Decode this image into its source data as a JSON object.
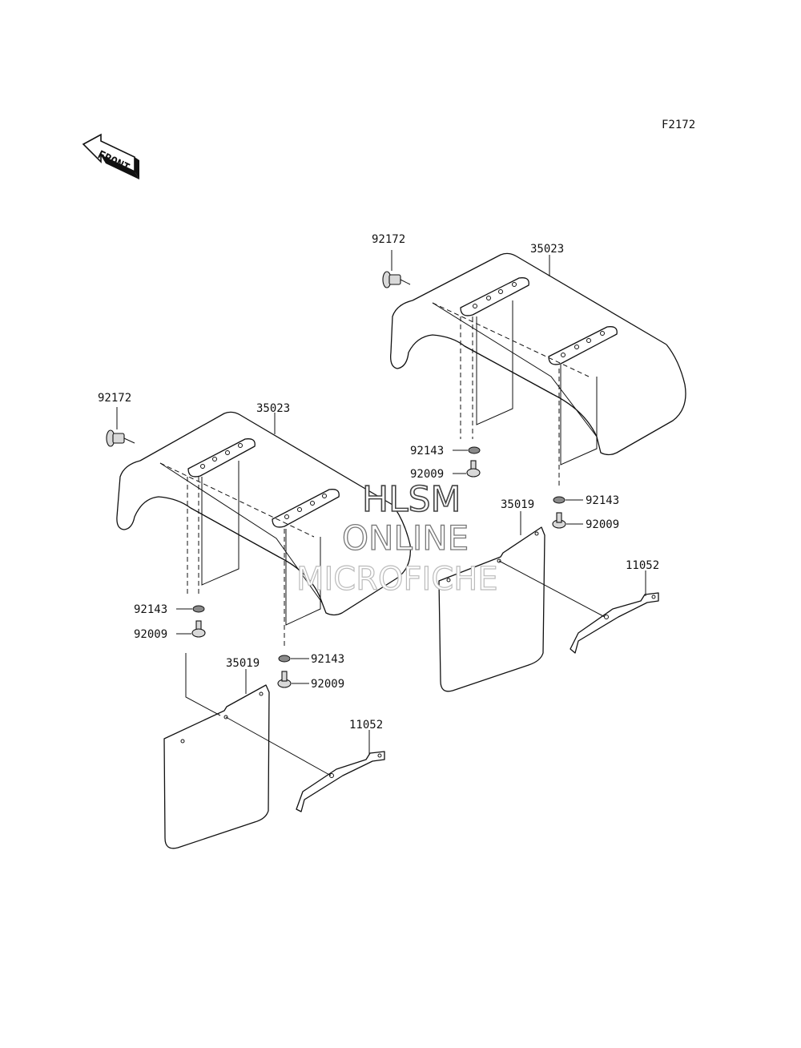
{
  "figure_code": "F2172",
  "front_label": "FRONT",
  "watermark": [
    "HLSM",
    "ONLINE",
    "MICROFICHE"
  ],
  "callouts": {
    "right_fender": "35023",
    "right_clip": "92172",
    "right_washer_upper": "92143",
    "right_bolt_upper": "92009",
    "right_washer_lower": "92143",
    "right_bolt_lower": "92009",
    "right_flap": "35019",
    "right_bracket": "11052",
    "left_fender": "35023",
    "left_clip": "92172",
    "left_washer_upper": "92143",
    "left_bolt_upper": "92009",
    "left_washer_lower": "92143",
    "left_bolt_lower": "92009",
    "left_flap": "35019",
    "left_bracket": "11052"
  }
}
